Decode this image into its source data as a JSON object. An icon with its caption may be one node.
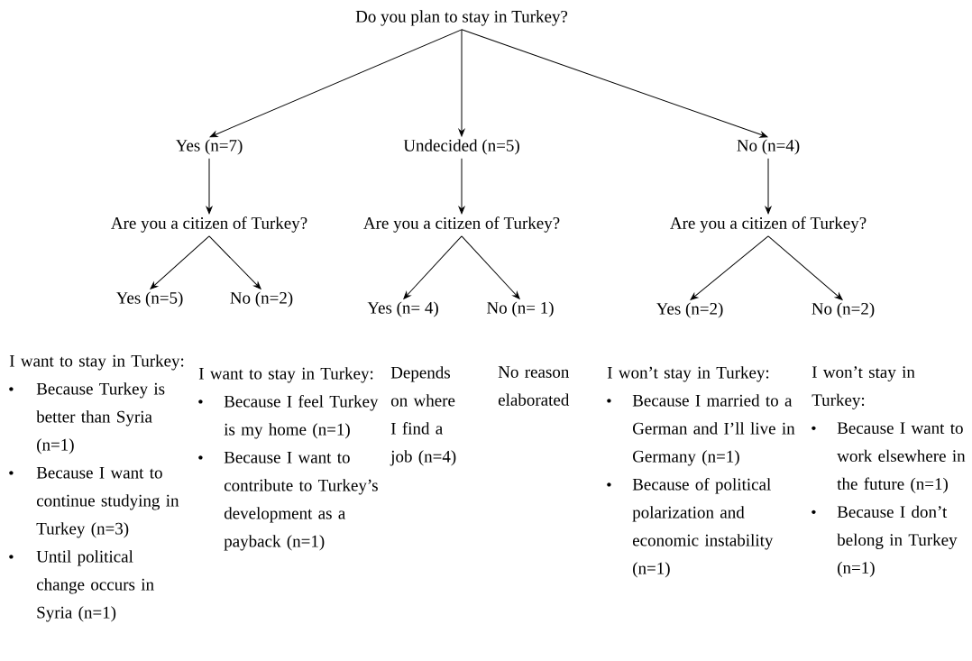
{
  "diagram": {
    "nodes": [
      {
        "text": [
          "Do you plan to stay in Turkey?"
        ]
      },
      {
        "text": [
          "Yes (n=7)"
        ]
      },
      {
        "text": [
          "Undecided (n=5)"
        ]
      },
      {
        "text": [
          "No (n=4)"
        ]
      },
      {
        "text": [
          "Are you a citizen of Turkey?"
        ]
      },
      {
        "text": [
          "Are you a citizen of Turkey?"
        ]
      },
      {
        "text": [
          "Are you a citizen of Turkey?"
        ]
      },
      {
        "text": [
          "Yes (n=5)"
        ],
        "beside": [
          "I want to stay in Turkey:",
          "Because Turkey is better than Syria (n=1)",
          "Because I want to continue studying in Turkey (n=3)",
          "Until political change occurs in Syria (n=1)"
        ]
      },
      {
        "text": [
          "No (n=2)"
        ],
        "beside": [
          "I want to stay in Turkey:",
          "Because I feel Turkey is my home (n=1)",
          "Because I want to contribute to Turkey’s development as a payback (n=1)"
        ]
      },
      {
        "text": [
          "Yes (n= 4)"
        ],
        "beside": [
          "Depends on where I find a job (n=4)"
        ]
      },
      {
        "text": [
          "No (n= 1)"
        ],
        "beside": [
          "No reason elaborated"
        ]
      },
      {
        "text": [
          "Yes (n=2)"
        ],
        "beside": [
          "I won’t stay in Turkey:",
          "Because I married to a German and I’ll live in Germany (n=1)",
          "Because of political polarization and economic instability (n=1)"
        ]
      },
      {
        "text": [
          "No (n=2)"
        ],
        "beside": [
          "I won’t stay in Turkey:",
          "Because I want to work elsewhere in the future (n=1)",
          "Because I don’t belong in Turkey (n=1)"
        ]
      }
    ],
    "edges": [
      {
        "from": 0,
        "to": 1,
        "arrow": "to"
      },
      {
        "from": 0,
        "to": 2,
        "arrow": "to"
      },
      {
        "from": 0,
        "to": 3,
        "arrow": "to"
      },
      {
        "from": 1,
        "to": 4,
        "arrow": "to"
      },
      {
        "from": 2,
        "to": 5,
        "arrow": "to"
      },
      {
        "from": 3,
        "to": 6,
        "arrow": "to"
      },
      {
        "from": 4,
        "to": 7,
        "arrow": "to"
      },
      {
        "from": 4,
        "to": 8,
        "arrow": "to"
      },
      {
        "from": 5,
        "to": 9,
        "arrow": "to"
      },
      {
        "from": 5,
        "to": 10,
        "arrow": "to"
      },
      {
        "from": 6,
        "to": 11,
        "arrow": "to"
      },
      {
        "from": 6,
        "to": 12,
        "arrow": "to"
      }
    ]
  }
}
